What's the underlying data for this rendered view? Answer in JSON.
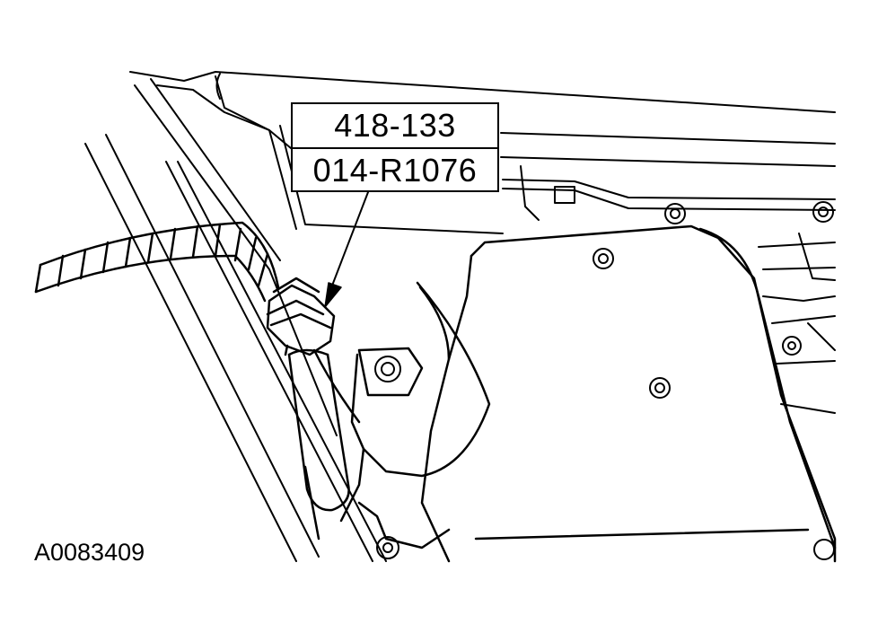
{
  "callout": {
    "tool_number": "418-133",
    "adapter_number": "014-R1076"
  },
  "figure_id": "A0083409",
  "colors": {
    "line": "#000000",
    "background": "#ffffff"
  }
}
